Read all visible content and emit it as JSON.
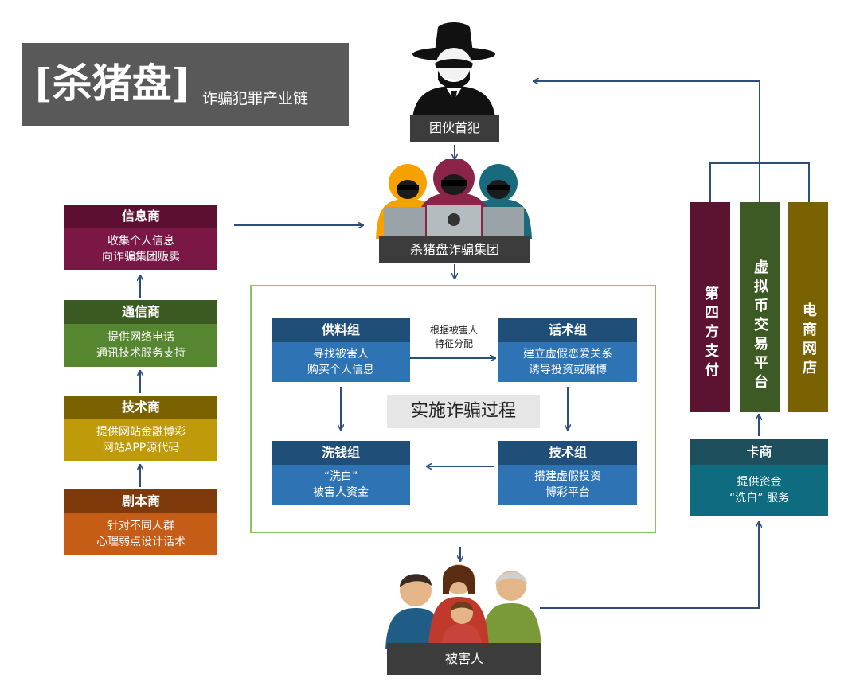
{
  "title": {
    "main": "[杀猪盘]",
    "sub": "诈骗犯罪产业链"
  },
  "nodes": {
    "boss": "团伙首犯",
    "gang": "杀猪盘诈骗集团",
    "victim": "被害人"
  },
  "suppliers": [
    {
      "name": "信息商",
      "lines": [
        "收集个人信息",
        "向诈骗集团贩卖"
      ],
      "head_color": "#5c0f31",
      "body_color": "#7b1745"
    },
    {
      "name": "通信商",
      "lines": [
        "提供网络电话",
        "通讯技术服务支持"
      ],
      "head_color": "#3a5a22",
      "body_color": "#56862f"
    },
    {
      "name": "技术商",
      "lines": [
        "提供网站金融博彩",
        "网站APP源代码"
      ],
      "head_color": "#7a6200",
      "body_color": "#bf9a09"
    },
    {
      "name": "剧本商",
      "lines": [
        "针对不同人群",
        "心理弱点设计话术"
      ],
      "head_color": "#7f3a0c",
      "body_color": "#c55d16"
    }
  ],
  "process": {
    "label": "实施诈骗过程",
    "edge_label": [
      "根据被害人",
      "特征分配"
    ],
    "groups": [
      {
        "name": "供料组",
        "lines": [
          "寻找被害人",
          "购买个人信息"
        ]
      },
      {
        "name": "话术组",
        "lines": [
          "建立虚假恋爱关系",
          "诱导投资或赌博"
        ]
      },
      {
        "name": "洗钱组",
        "lines": [
          "“洗白”",
          "被害人资金"
        ]
      },
      {
        "name": "技术组",
        "lines": [
          "搭建虚假投资",
          "博彩平台"
        ]
      }
    ],
    "head_color": "#1f4e79",
    "body_color": "#2e74b5"
  },
  "channels": [
    {
      "name": "第四方支付",
      "color": "#5c1331"
    },
    {
      "name": "虚拟币交易平台",
      "color": "#3e5a24"
    },
    {
      "name": "电商网店",
      "color": "#7a6200"
    }
  ],
  "card_dealer": {
    "name": "卡商",
    "lines": [
      "提供资金",
      "“洗白” 服务"
    ],
    "head_color": "#1d4f5c",
    "body_color": "#0f6b80"
  },
  "colors": {
    "arrow": "#2e4e7a",
    "frame": "#8dc35c",
    "title_bg": "#595959"
  }
}
